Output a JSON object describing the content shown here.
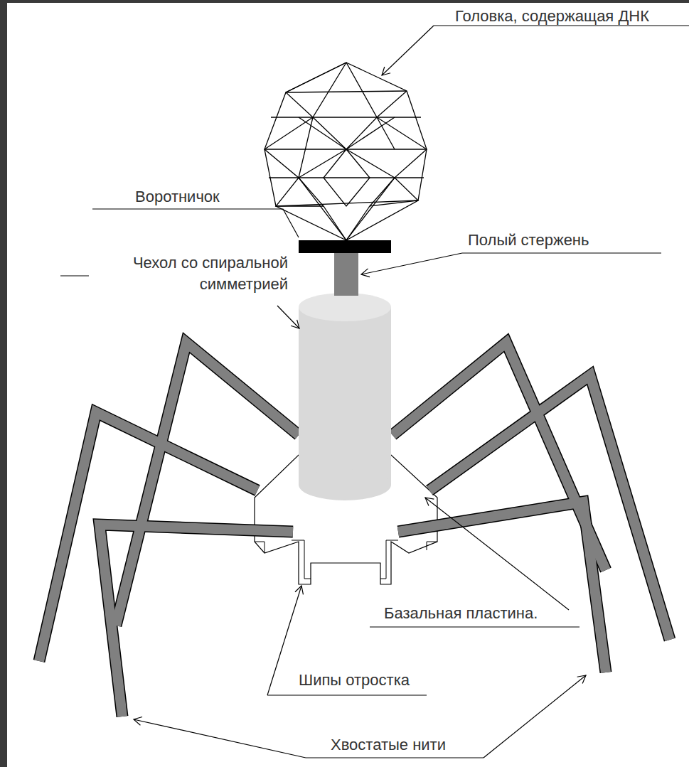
{
  "diagram": {
    "labels": [
      "Головка, содержащая ДНК",
      "Воротничок",
      "Полый стержень",
      "Чехол со спиральной симметрией",
      "Базальная пластина.",
      "Шипы отростка",
      "Хвостатые нити"
    ]
  }
}
